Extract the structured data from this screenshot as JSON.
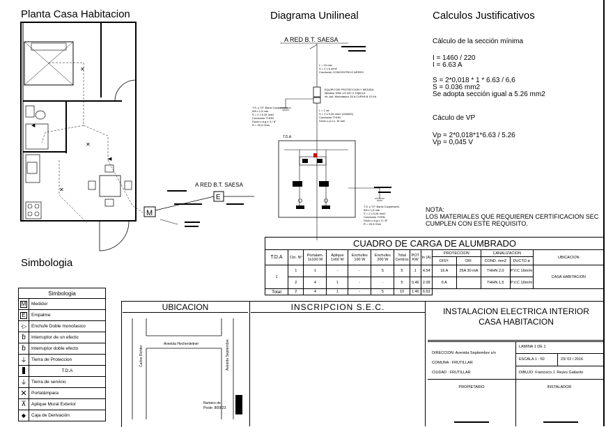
{
  "titles": {
    "planta": "Planta Casa Habitacion",
    "unilineal": "Diagrama Unilineal",
    "calculos": "Calculos Justificativos",
    "simbologia": "Simbologia"
  },
  "plan": {
    "red_label": "A RED B.T. SAESA",
    "empalme_letter": "E",
    "medidor_letter": "M"
  },
  "unilineal": {
    "red_label": "A RED B.T. SAESA",
    "acometida_text": [
      "L = 15 mts.",
      "S = 2 x 6 mm2",
      "Conductor  CONCENTRICO AEREO"
    ],
    "equipo_text": [
      "EQUIPO DE PROTECCION Y MEDIDA",
      "Medidor KWh 1O 220 V 15(60) A",
      "Int. Aut. Monofasico 25 A  CURVA B 10 KA"
    ],
    "alimentador_text": [
      "L = 1 mt.",
      "S = 2 x 5,26 mm2 (10AWG)",
      "Conductor  THHN",
      "Ducto  c.p.v.c. 16 mm"
    ],
    "tierra_prot_text": [
      "T.S. y T.P. Barra Copperweld.",
      "5/8 x 1,5 mts.",
      "S = 2 x 5,26 mm2",
      "Conductor  THHN",
      "Ducto c.a.g.v. 5 / 8\"",
      "R = 25,3  Ohm"
    ],
    "tda_label": "T.D.A",
    "tierra_serv_text": [
      "T.S. y T.P. Barra Copperweld.",
      "5/8 x 1,5 mts.",
      "S = 2 x 5,26 mm2",
      "Conductor  THHN",
      "Ducto c.a.g.v. 5 / 8\"",
      "R = 25,3  Ohm"
    ]
  },
  "calculos": {
    "seccion_title": "Cálculo de la sección mínima",
    "lines1": [
      "I = 1460 / 220",
      "I = 6.63 A"
    ],
    "lines2": [
      "S = 2*0,018 * 1 * 6.63 / 6,6",
      "S = 0.036 mm2",
      "Se adopta sección igual a 5.26 mm2"
    ],
    "vp_title": "Cáculo de VP",
    "lines3": [
      "Vp = 2*0,018*1*6.63 / 5.26",
      "Vp = 0,045 V"
    ]
  },
  "nota": {
    "title": "NOTA:",
    "line1": "LOS MATERIALES QUE REQUIEREN CERTIFICACION SEC",
    "line2": "CUMPLEN CON ESTE REQUISITO."
  },
  "simbologia": {
    "header": "Simbologia",
    "items": [
      {
        "icon": "medidor-icon",
        "label": "Medidor"
      },
      {
        "icon": "empalme-icon",
        "label": "Empalme"
      },
      {
        "icon": "enchufe-icon",
        "label": "Enchufe Doble monofasico"
      },
      {
        "icon": "interruptor-icon",
        "label": "Interruptor  de un efecto"
      },
      {
        "icon": "interruptor-doble-icon",
        "label": "Interruptor  doble efecto"
      },
      {
        "icon": "tierra-proteccion-icon",
        "label": "Tierra de Proteccion"
      },
      {
        "icon": "tda-icon",
        "label": "T.D.A"
      },
      {
        "icon": "tierra-servicio-icon",
        "label": "Tierra de servicio"
      },
      {
        "icon": "portalampara-icon",
        "label": "Portalámpara"
      },
      {
        "icon": "aplique-icon",
        "label": "Aplique Mural Exterior"
      },
      {
        "icon": "caja-derivacion-icon",
        "label": "Caja de Derivación"
      }
    ]
  },
  "cuadro": {
    "title": "CUADRO DE CARGA DE ALUMBRADO",
    "headers": {
      "tda": "T.D.A",
      "cto": "Cto. Nº",
      "portalam": "Portalam. 1x100 W",
      "aplique": "Aplique 1x60 W",
      "enchufes100": "Enchufes 100 W",
      "enchufes200": "Enchufes 200 W",
      "total_centros": "Total Centros",
      "pot": "POT KW",
      "in": "In (A)",
      "proteccion": "PROTECCION",
      "disy": "DISY.",
      "dif": "DIF.",
      "canalizacion": "CANALIZACION",
      "cond": "COND. mm2",
      "ducto": "DUCTO ø",
      "ubicacion": "UBICACION"
    },
    "tda_value": "1",
    "rows": [
      {
        "cto": "1",
        "portalam": "1",
        "aplique": "-",
        "e100": "-",
        "e200": "5",
        "total": "5",
        "pot": "1",
        "in": "4.54",
        "disy": "16 A",
        "dif": "25A 30 mA",
        "cond": "THHN  2,0",
        "ducto": "P.V.C 16m/m"
      },
      {
        "cto": "2",
        "portalam": "4",
        "aplique": "1",
        "e100": "-",
        "e200": "-",
        "total": "5",
        "pot": "0.46",
        "in": "2.09",
        "disy": "6 A",
        "dif": "",
        "cond": "THHN  1,5",
        "ducto": "P.V.C 16m/m"
      }
    ],
    "total_row": {
      "label": "Total",
      "cto": "2",
      "portalam": "4",
      "aplique": "1",
      "e100": "-",
      "e200": "5",
      "total": "10",
      "pot": "1.46",
      "in": "6.63"
    },
    "ubicacion_value": "CASA HABITACION"
  },
  "ubicacion": {
    "title": "UBICACION",
    "street1": "Carlos Richter",
    "street2": "Avenida Hechenleitner",
    "street3": "Avenida Septiembre",
    "numero": "Numero de",
    "poste": "Poste: 800823"
  },
  "inscripcion": {
    "title": "INSCRIPCION  S.E.C."
  },
  "cartouche": {
    "title1": "INSTALACION ELECTRICA INTERIOR",
    "title2": "CASA HABITACION",
    "direccion": "DIRECCION:  Avenida Septiembre s/n",
    "comuna": "COMUNA    : FRUTILLAR",
    "ciudad": "CIUDAD   : FRUTILLAR",
    "lamina": "LAMINA        1          DE          1",
    "escala": "ESCALA  1 : 50",
    "fecha": "23/ 02 / 2016",
    "dibujo": "DIBUJO: Francisco J. Reyes Gallardo",
    "propietario": "PROPIETARIO",
    "instalador": "INSTALADOR"
  }
}
